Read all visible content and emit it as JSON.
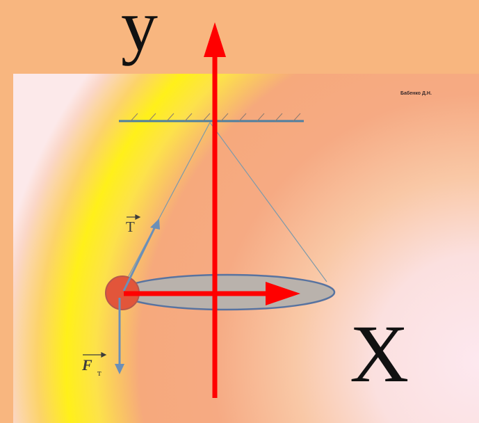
{
  "axes": {
    "y_label": "y",
    "x_label": "X"
  },
  "slide": {
    "author": "Бабенко Д.Н."
  },
  "vectors": {
    "tension_label": "T",
    "gravity_label": "F",
    "gravity_subscript": "т"
  },
  "colors": {
    "axis_arrow": "#ff0000",
    "vector_arrow": "#6b8fb8",
    "ceiling": "#4d7fa0",
    "bob": "#e2553a",
    "orbit_fill": "#b9b2ac",
    "orbit_stroke": "#5873a0"
  }
}
